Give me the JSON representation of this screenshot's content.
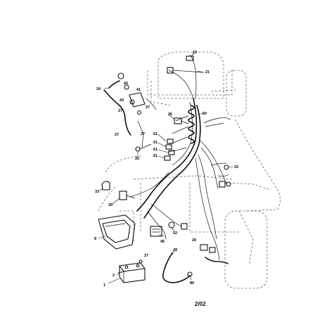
{
  "callouts": {
    "c1": "1",
    "c2": "2",
    "c8": "8",
    "c15": "15",
    "c21": "21",
    "c23": "23",
    "c24": "24",
    "c25": "25",
    "c26": "26",
    "c27a": "27",
    "c27b": "27",
    "c27c": "27",
    "c27d": "27",
    "c27e": "27",
    "c28": "28",
    "c29": "29",
    "c30": "30",
    "c33": "33",
    "c41": "41",
    "c42": "42",
    "c43": "43",
    "c45": "45",
    "c52": "52",
    "c60": "60",
    "c61a": "61",
    "c61b": "61",
    "c61c": "61",
    "c61d": "61",
    "c80": "80"
  },
  "footer": {
    "page_code": "2/02"
  }
}
